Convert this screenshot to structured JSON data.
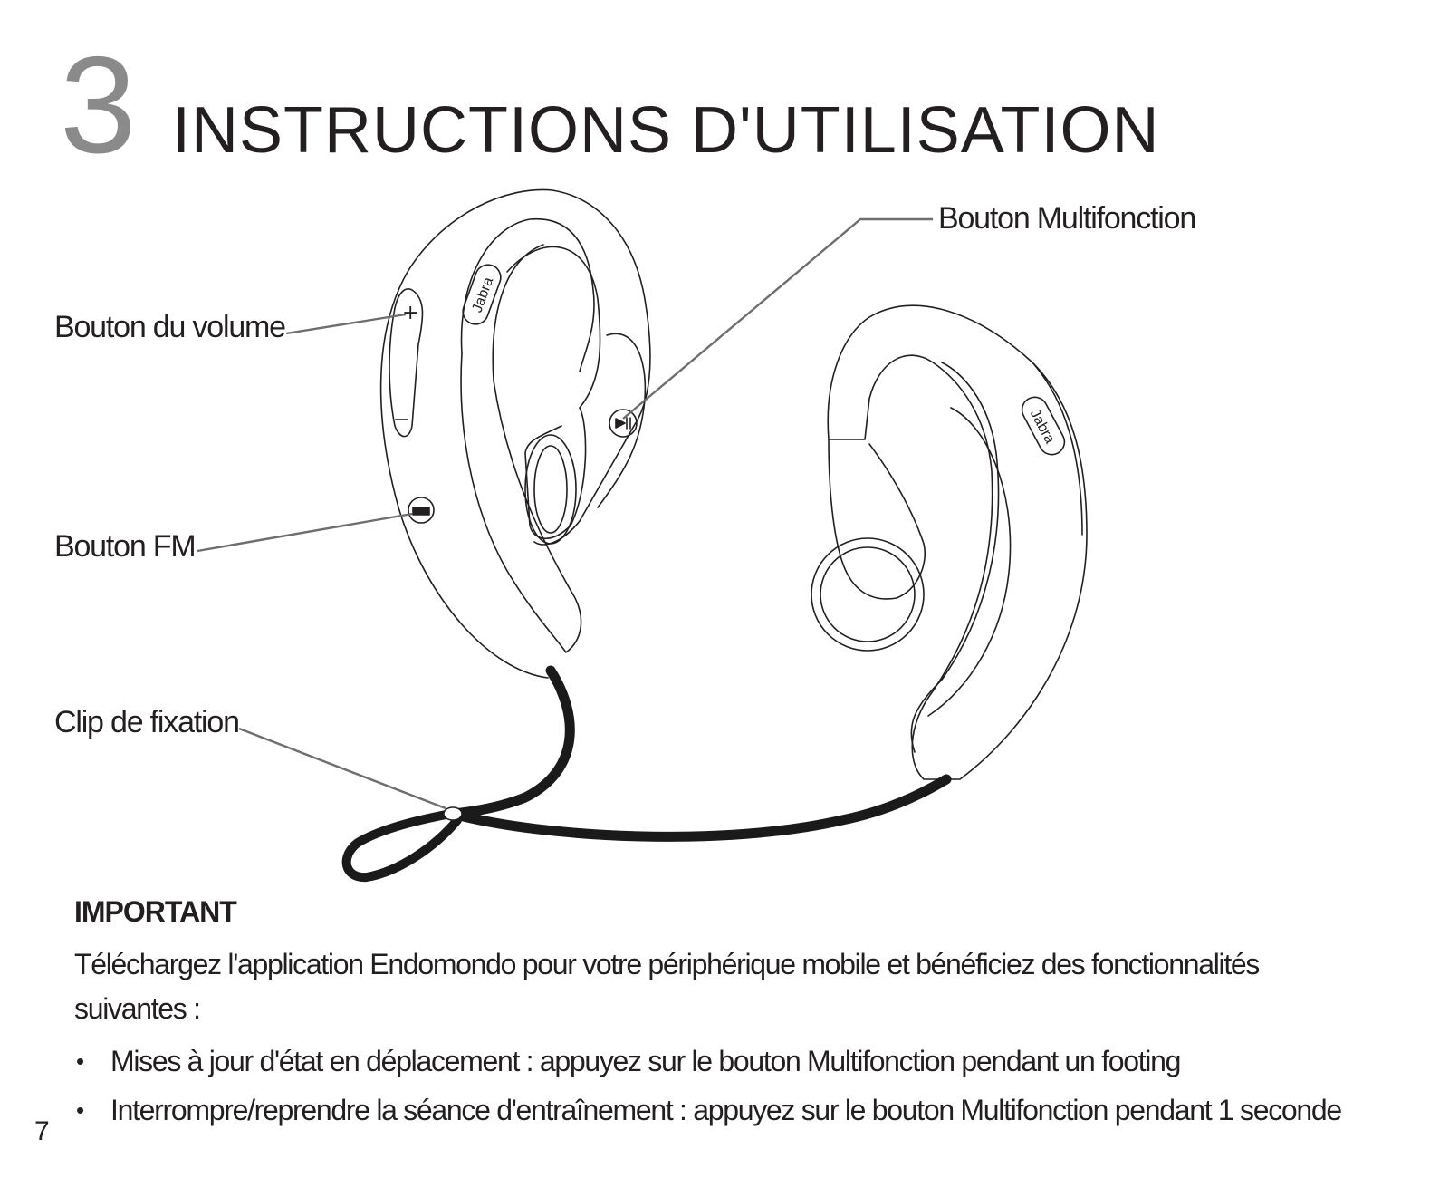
{
  "header": {
    "chapter_number": "3",
    "chapter_title": "INSTRUCTIONS D'UTILISATION"
  },
  "callouts": {
    "volume": "Bouton du volume",
    "multifunction": "Bouton Multifonction",
    "fm": "Bouton FM",
    "clip": "Clip de fixation"
  },
  "device": {
    "brand_left": "Jabra",
    "brand_right": "Jabra",
    "plus": "+",
    "minus": "−"
  },
  "important": {
    "title": "IMPORTANT",
    "intro": "Téléchargez l'application Endomondo pour votre périphérique mobile et bénéficiez des fonctionnalités suivantes :",
    "bullets": [
      "Mises à jour d'état en déplacement : appuyez sur le bouton Multifonction pendant un footing",
      "Interrompre/reprendre la séance d'entraînement : appuyez sur le bouton Multifonction pendant 1 seconde"
    ]
  },
  "page_number": "7"
}
